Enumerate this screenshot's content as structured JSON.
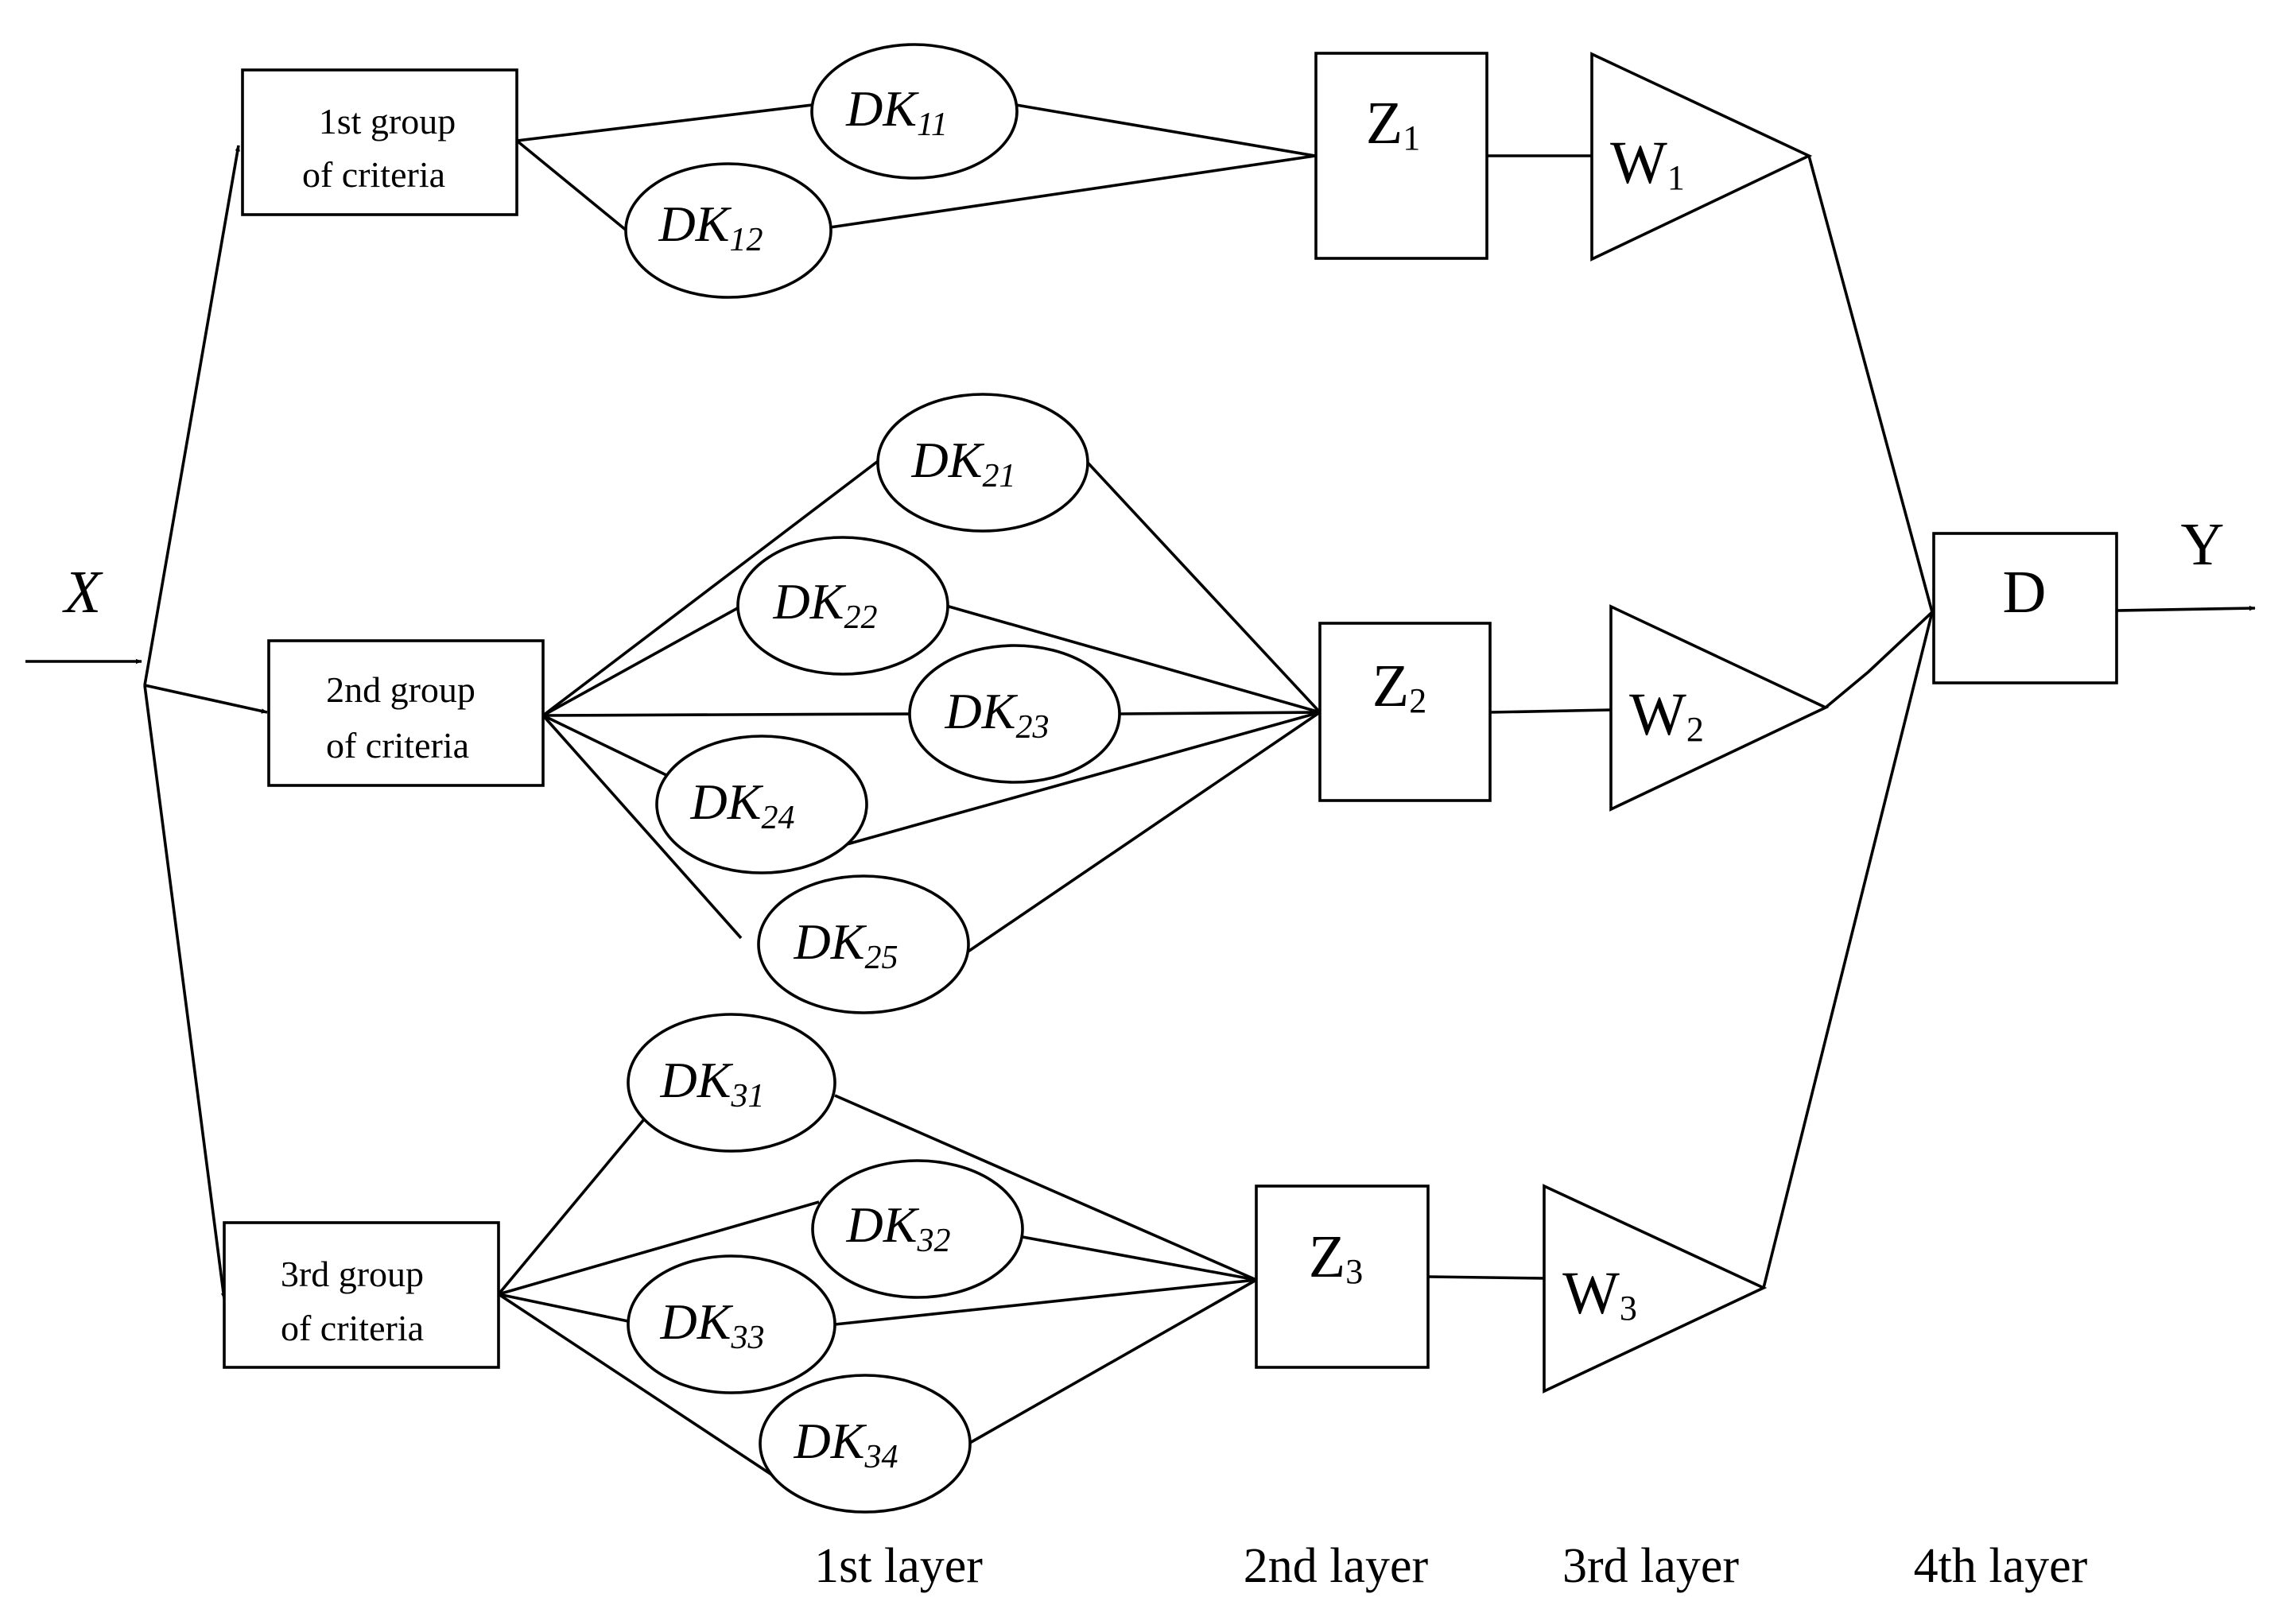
{
  "input_label": "X",
  "output_label": "Y",
  "groups": [
    {
      "line1": "1st group",
      "line2": "of criteria"
    },
    {
      "line1": "2nd group",
      "line2": "of criteria"
    },
    {
      "line1": "3rd group",
      "line2": "of criteria"
    }
  ],
  "criteria": [
    {
      "base": "DK",
      "sub": "11"
    },
    {
      "base": "DK",
      "sub": "12"
    },
    {
      "base": "DK",
      "sub": "21"
    },
    {
      "base": "DK",
      "sub": "22"
    },
    {
      "base": "DK",
      "sub": "23"
    },
    {
      "base": "DK",
      "sub": "24"
    },
    {
      "base": "DK",
      "sub": "25"
    },
    {
      "base": "DK",
      "sub": "31"
    },
    {
      "base": "DK",
      "sub": "32"
    },
    {
      "base": "DK",
      "sub": "33"
    },
    {
      "base": "DK",
      "sub": "34"
    }
  ],
  "z_nodes": [
    {
      "base": "Z",
      "sub": "1"
    },
    {
      "base": "Z",
      "sub": "2"
    },
    {
      "base": "Z",
      "sub": "3"
    }
  ],
  "w_nodes": [
    {
      "base": "W",
      "sub": "1"
    },
    {
      "base": "W",
      "sub": "2"
    },
    {
      "base": "W",
      "sub": "3"
    }
  ],
  "d_node": {
    "label": "D"
  },
  "layers": [
    "1st layer",
    "2nd layer",
    "3rd layer",
    "4th layer"
  ]
}
